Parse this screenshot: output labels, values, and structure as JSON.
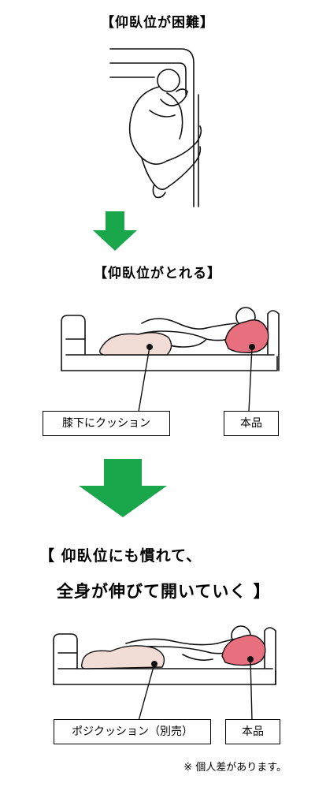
{
  "section1": {
    "title": "【仰臥位が困難】"
  },
  "section2": {
    "title": "【仰臥位がとれる】",
    "labels": {
      "knee_cushion": "膝下にクッション",
      "product": "本品"
    }
  },
  "section3": {
    "title_line1": "【 仰臥位にも慣れて、",
    "title_line2": "全身が伸びて開いていく 】",
    "labels": {
      "posi_cushion": "ポジクッション（別売）",
      "product": "本品"
    }
  },
  "note": "※  個人差があります。",
  "colors": {
    "arrow": "#1aa64a",
    "pillow": "#e8707e",
    "cushion": "#f2dcd6"
  }
}
